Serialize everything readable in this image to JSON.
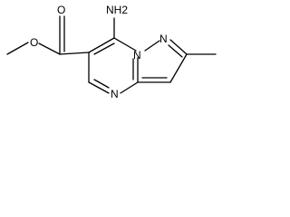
{
  "molecule": {
    "atoms": {
      "nh2": "NH2",
      "o_carbonyl": "O",
      "o_ester": "O",
      "n_ring_bridge": "N",
      "n_ring_top": "N",
      "n_ring_bottom": "N"
    },
    "colors": {
      "bond": "#000000",
      "label": "#000000",
      "background": "#ffffff"
    }
  }
}
